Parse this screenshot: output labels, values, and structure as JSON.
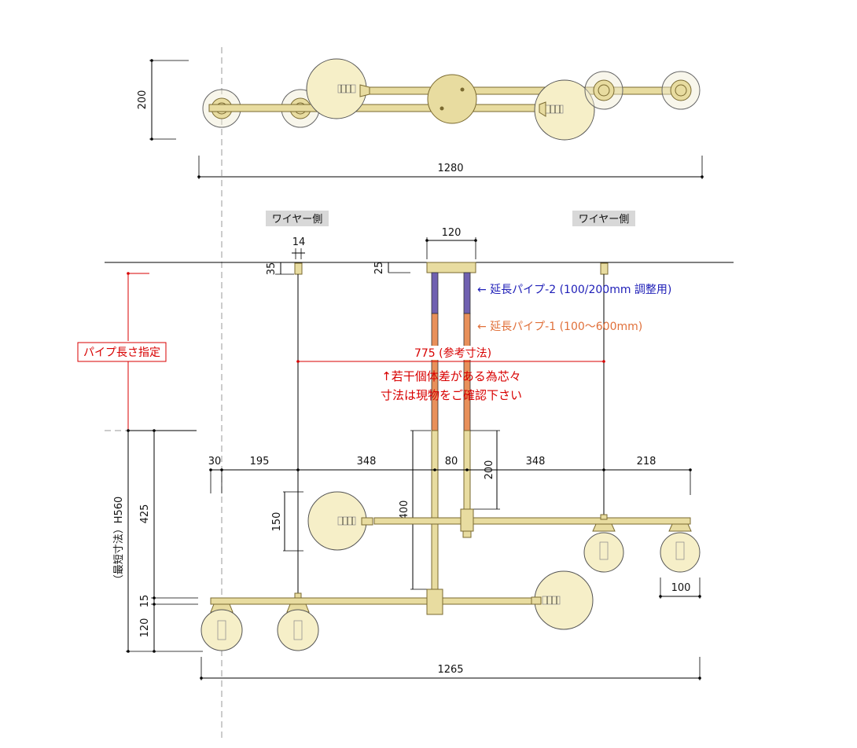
{
  "top_view": {
    "height_dim": "200",
    "width_dim": "1280"
  },
  "side_view": {
    "wire_left_tag": "ワイヤー側",
    "wire_right_tag": "ワイヤー側",
    "dim_14": "14",
    "dim_35": "35",
    "dim_25": "25",
    "dim_120_top": "120",
    "pipe2_note": "← 延長パイプ-2 (100/200mm 調整用)",
    "pipe1_note": "← 延長パイプ-1 (100～600mm)",
    "pipe_length_label": "パイプ長さ指定",
    "ref_775": "775 (参考寸法)",
    "note_line1": "↑若干個体差がある為芯々",
    "note_line2": "寸法は現物をご確認下さい",
    "dim_30": "30",
    "dim_195": "195",
    "dim_348_left": "348",
    "dim_80": "80",
    "dim_348_right": "348",
    "dim_218": "218",
    "dim_200_mid": "200",
    "dim_150": "150",
    "dim_400": "400",
    "dim_425": "425",
    "dim_15": "15",
    "dim_120_bottom": "120",
    "min_height_label": "（最短寸法）H560",
    "dim_100": "100",
    "dim_1265": "1265"
  },
  "colors": {
    "brass": "#e8dca0",
    "pipe2": "#7060b0",
    "pipe1": "#e8905a",
    "red": "#d80000",
    "blue": "#2020b8"
  }
}
